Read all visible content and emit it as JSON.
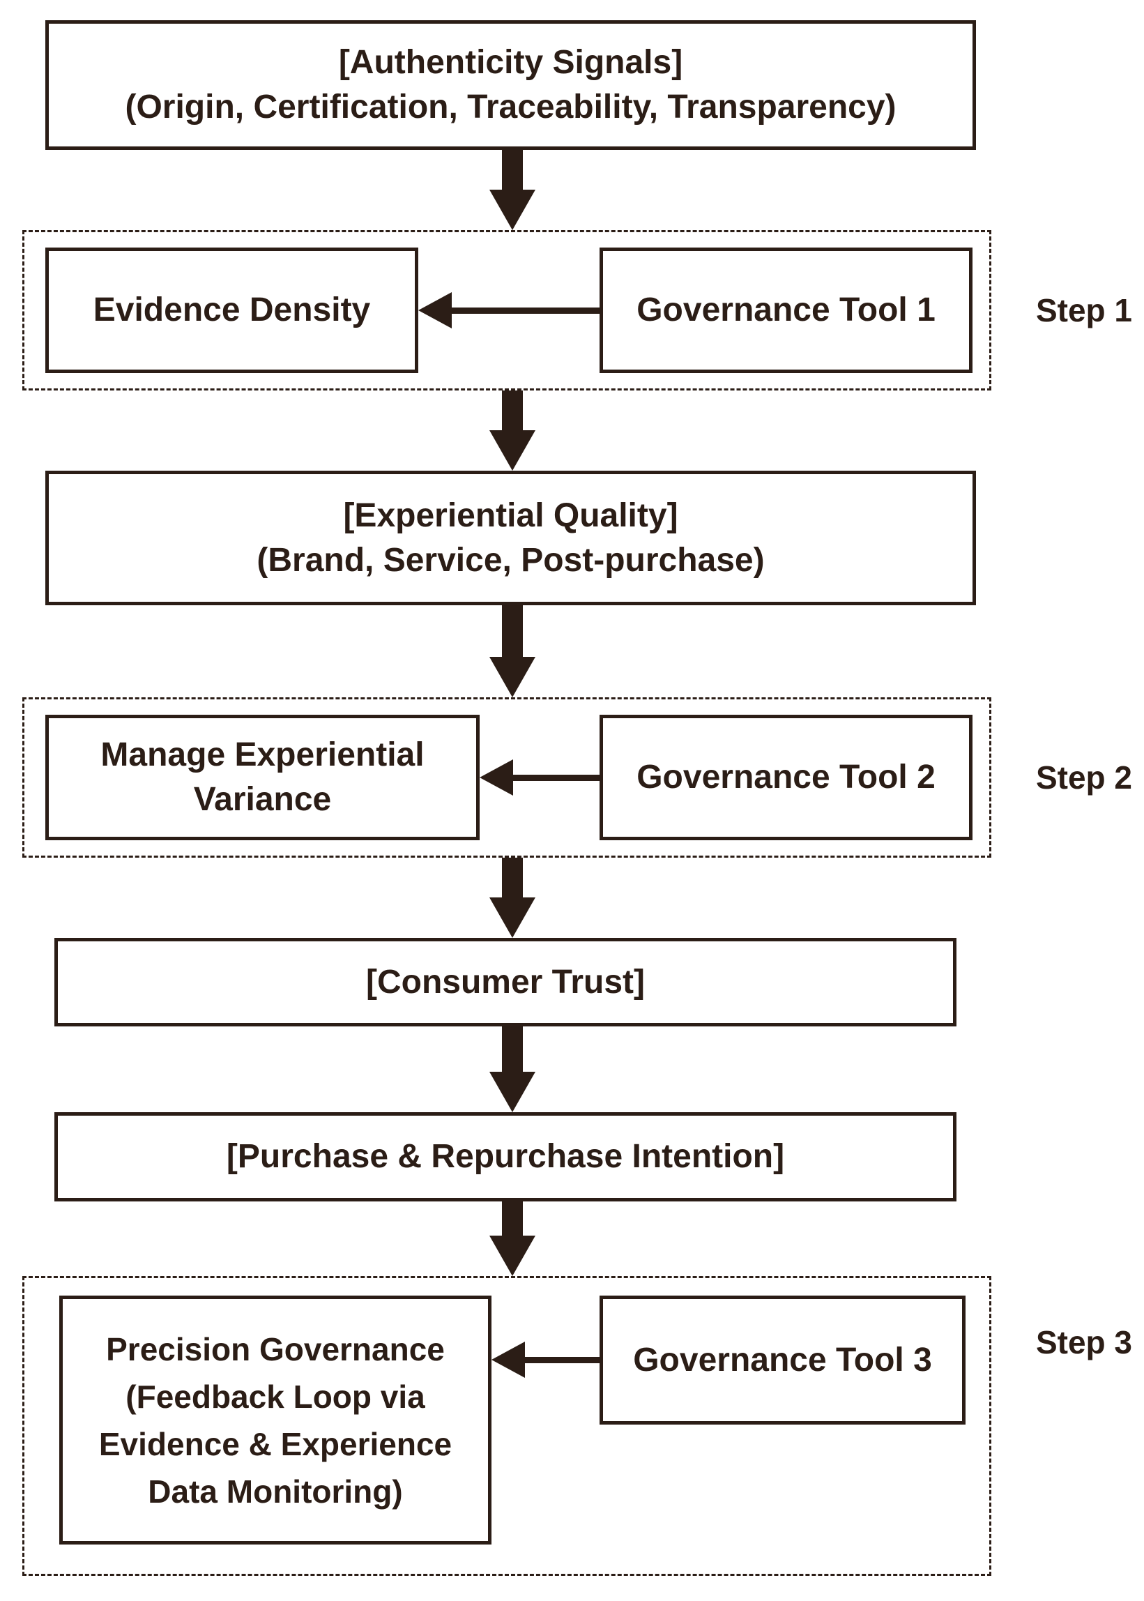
{
  "page": {
    "background_color": "#ffffff",
    "ink_color": "#2b1d16"
  },
  "icons": {
    "down_arrow": "thick downward block arrow",
    "left_arrow": "thin leftward arrow"
  },
  "flow": {
    "authenticity_box": {
      "lines": [
        "[Authenticity Signals]",
        "(Origin, Certification, Traceability, Transparency)"
      ]
    },
    "step1": {
      "label": "Step 1",
      "target_box": {
        "lines": [
          "Evidence Density"
        ]
      },
      "tool_box": {
        "lines": [
          "Governance Tool 1"
        ]
      }
    },
    "experiential_box": {
      "lines": [
        "[Experiential Quality]",
        "(Brand, Service, Post-purchase)"
      ]
    },
    "step2": {
      "label": "Step 2",
      "target_box": {
        "lines": [
          "Manage Experiential",
          "Variance"
        ]
      },
      "tool_box": {
        "lines": [
          "Governance Tool 2"
        ]
      }
    },
    "consumer_trust_box": {
      "lines": [
        "[Consumer Trust]"
      ]
    },
    "purchase_box": {
      "lines": [
        "[Purchase & Repurchase Intention]"
      ]
    },
    "step3": {
      "label": "Step 3",
      "target_box": {
        "lines": [
          "Precision Governance",
          "(Feedback Loop via",
          "Evidence & Experience",
          "Data Monitoring)"
        ]
      },
      "tool_box": {
        "lines": [
          "Governance Tool 3"
        ]
      }
    }
  }
}
